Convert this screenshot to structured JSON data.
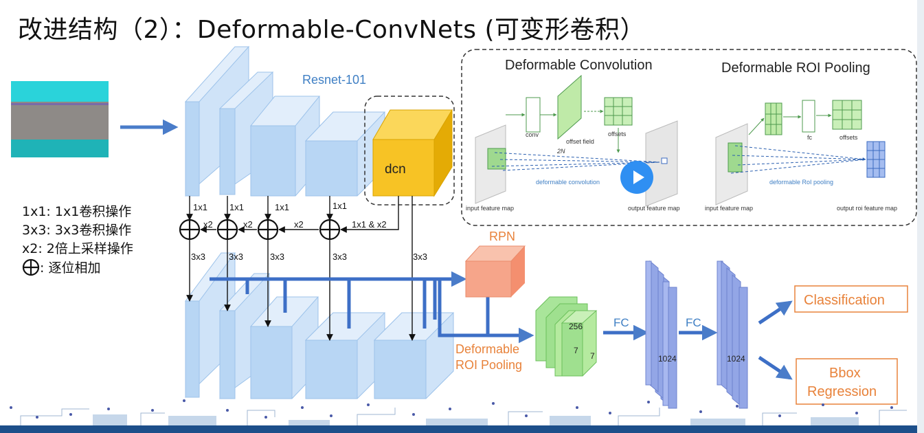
{
  "slide": {
    "title": "改进结构（2）：Deformable-ConvNets (可变形卷积）"
  },
  "backbone": {
    "name": "Resnet-101",
    "dcn_label": "dcn",
    "lateral_labels": [
      "1x1",
      "1x1",
      "1x1",
      "1x1"
    ],
    "upsample_labels": [
      "x2",
      "x2",
      "x2"
    ],
    "dcn_lateral_label": "1x1 & x2",
    "smooth_labels": [
      "3x3",
      "3x3",
      "3x3",
      "3x3",
      "3x3"
    ]
  },
  "legend": [
    {
      "key": "1x1:",
      "text": "1x1卷积操作"
    },
    {
      "key": "3x3:",
      "text": "3x3卷积操作"
    },
    {
      "key": "x2:",
      "text": "2倍上采样操作"
    },
    {
      "key": "",
      "text": ": 逐位相加"
    }
  ],
  "inset": {
    "conv_title": "Deformable Convolution",
    "pool_title": "Deformable ROI Pooling",
    "conv_labels": {
      "conv": "conv",
      "offset_field": "offset field",
      "two_n": "2N",
      "offsets": "offsets",
      "deformable_convolution": "deformable convolution",
      "input_feature_map": "input feature map",
      "output_feature_map": "output feature map"
    },
    "pool_labels": {
      "fc": "fc",
      "offsets": "offsets",
      "deformable_roi_pooling": "deformable RoI pooling",
      "input_feature_map": "input feature map",
      "output_roi_feature_map": "output roi feature map"
    }
  },
  "head": {
    "rpn": "RPN",
    "roi_pool_line1": "Deformable",
    "roi_pool_line2": "ROI Pooling",
    "roi_dims": {
      "channels": "256",
      "h": "7",
      "w": "7"
    },
    "fc1": "FC",
    "fc2": "FC",
    "fc_dim1": "1024",
    "fc_dim2": "1024",
    "classification": "Classification",
    "bbox_line1": "Bbox",
    "bbox_line2": "Regression"
  },
  "colors": {
    "block_blue": "#b8d6f4",
    "block_edge": "#8db8e6",
    "dcn_yellow": "#f7c325",
    "arrow_blue": "#4a7cc9",
    "label_blue": "#3f7fc4",
    "orange": "#e8823a",
    "rpn_fill": "#f6a58a",
    "roi_green": "#9fe08f",
    "fc_fill": "#93a6e6"
  }
}
